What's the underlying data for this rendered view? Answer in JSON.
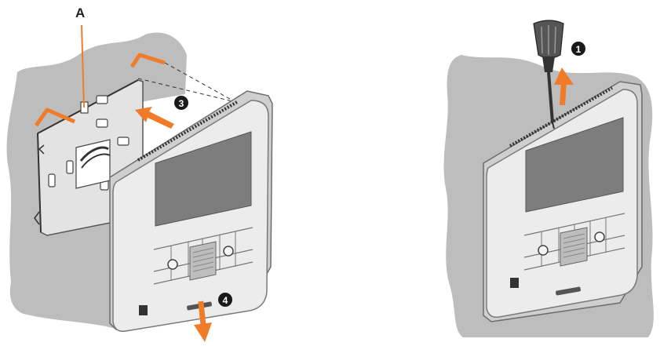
{
  "callouts": {
    "label_a": "A",
    "step_1": "1",
    "step_3": "3",
    "step_4": "4"
  },
  "colors": {
    "wall": "#bdbdbd",
    "device_body": "#e9e9e9",
    "device_edge": "#8a8a8a",
    "screen": "#7d7d7d",
    "arrow": "#f07c2a",
    "callout_bg": "#1a1a1a",
    "callout_text": "#ffffff",
    "ink": "#222222"
  },
  "icons": [
    "screwdriver-icon",
    "wall-bracket-icon",
    "brand-logo-icon",
    "arrow-up-icon",
    "arrow-down-icon",
    "arrow-in-icon"
  ]
}
